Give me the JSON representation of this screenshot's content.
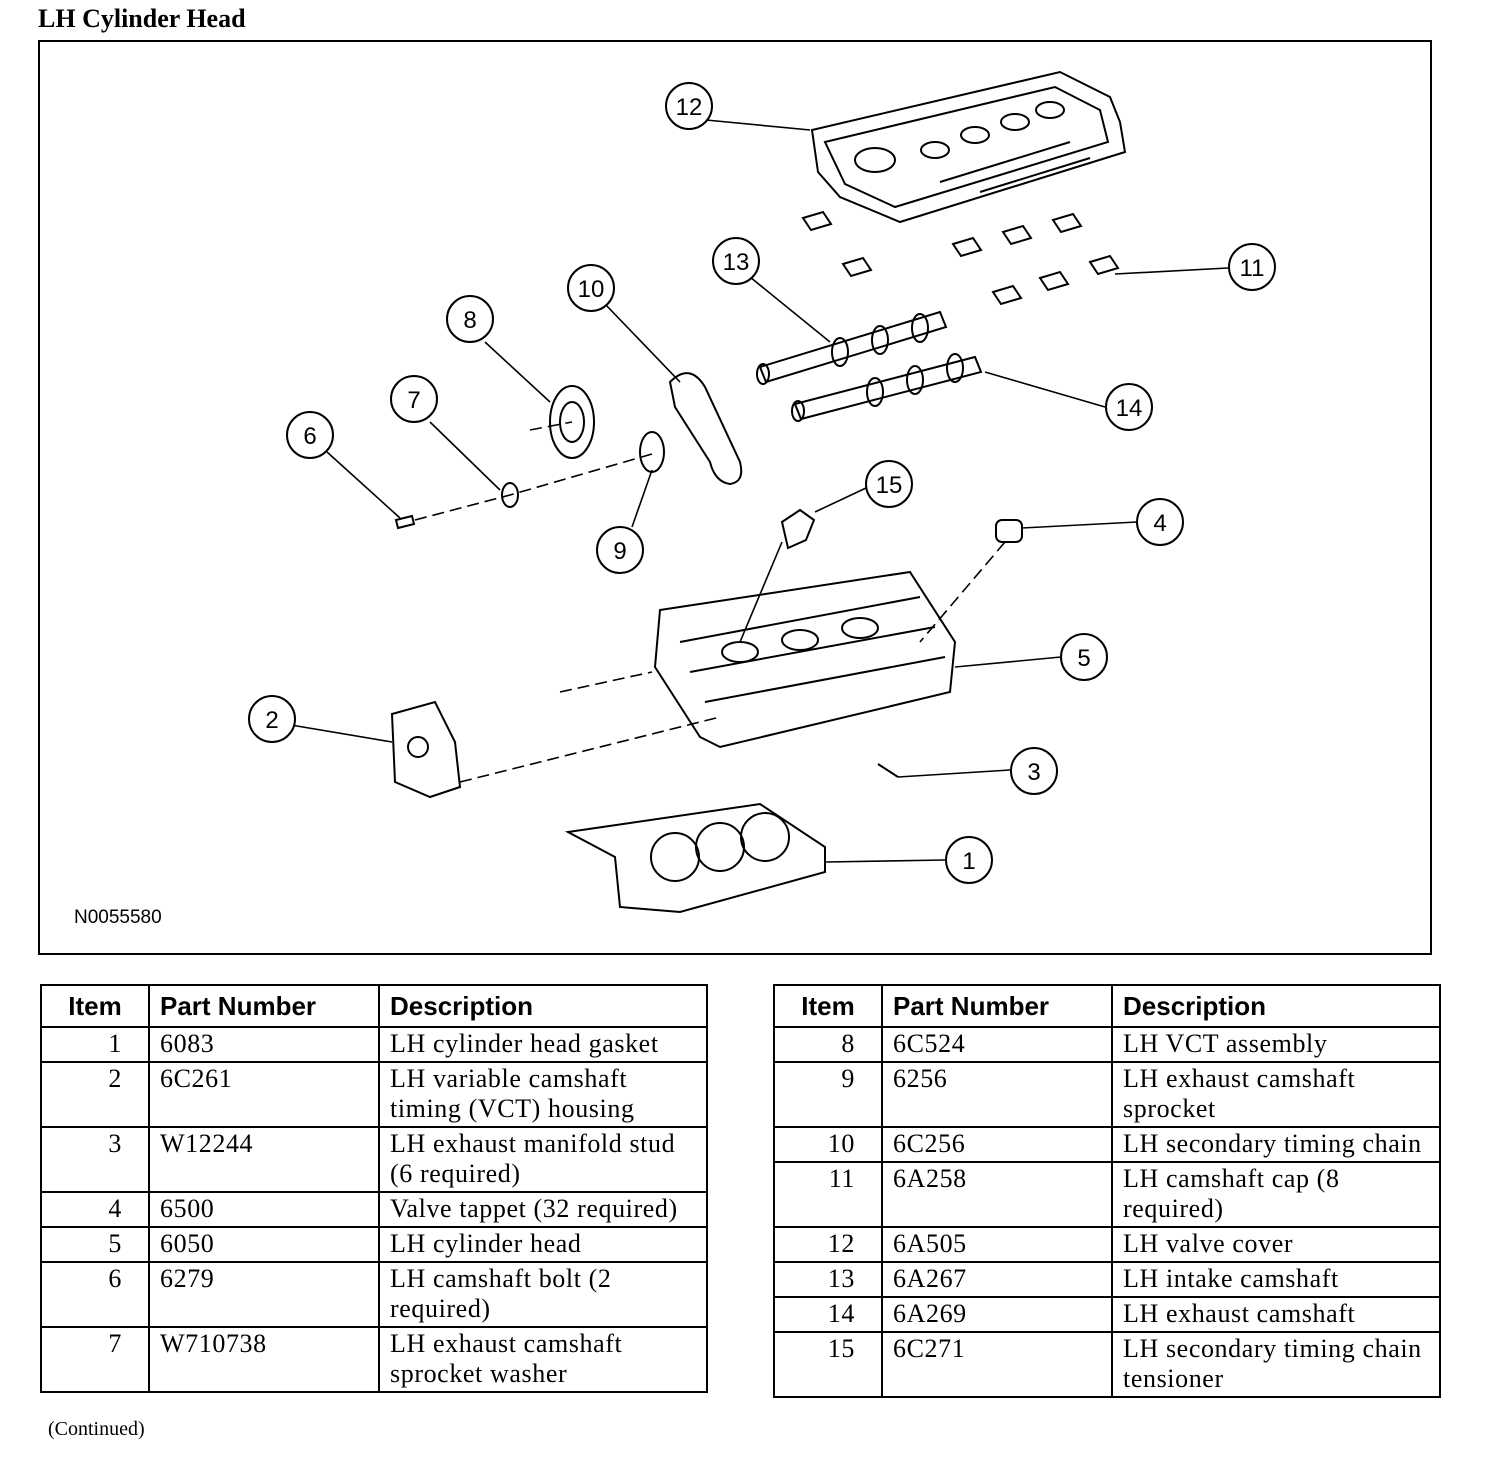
{
  "title": "LH Cylinder Head",
  "figure": {
    "id": "N0055580",
    "callouts": [
      "1",
      "2",
      "3",
      "4",
      "5",
      "6",
      "7",
      "8",
      "9",
      "10",
      "11",
      "12",
      "13",
      "14",
      "15"
    ]
  },
  "table_headers": {
    "item": "Item",
    "part_number": "Part Number",
    "description": "Description"
  },
  "parts_left": [
    {
      "item": "1",
      "part": "6083",
      "desc": "LH cylinder head gasket"
    },
    {
      "item": "2",
      "part": "6C261",
      "desc": "LH variable camshaft timing (VCT) housing"
    },
    {
      "item": "3",
      "part": "W12244",
      "desc": "LH exhaust manifold stud (6 required)"
    },
    {
      "item": "4",
      "part": "6500",
      "desc": "Valve tappet (32 required)"
    },
    {
      "item": "5",
      "part": "6050",
      "desc": "LH cylinder head"
    },
    {
      "item": "6",
      "part": "6279",
      "desc": "LH camshaft bolt (2 required)"
    },
    {
      "item": "7",
      "part": "W710738",
      "desc": "LH exhaust camshaft sprocket washer"
    }
  ],
  "parts_right": [
    {
      "item": "8",
      "part": "6C524",
      "desc": "LH VCT assembly"
    },
    {
      "item": "9",
      "part": "6256",
      "desc": "LH exhaust camshaft sprocket"
    },
    {
      "item": "10",
      "part": "6C256",
      "desc": "LH secondary timing chain"
    },
    {
      "item": "11",
      "part": "6A258",
      "desc": "LH camshaft cap (8 required)"
    },
    {
      "item": "12",
      "part": "6A505",
      "desc": "LH valve cover"
    },
    {
      "item": "13",
      "part": "6A267",
      "desc": "LH intake camshaft"
    },
    {
      "item": "14",
      "part": "6A269",
      "desc": "LH exhaust camshaft"
    },
    {
      "item": "15",
      "part": "6C271",
      "desc": "LH secondary timing chain tensioner"
    }
  ],
  "footer_note": "(Continued)"
}
